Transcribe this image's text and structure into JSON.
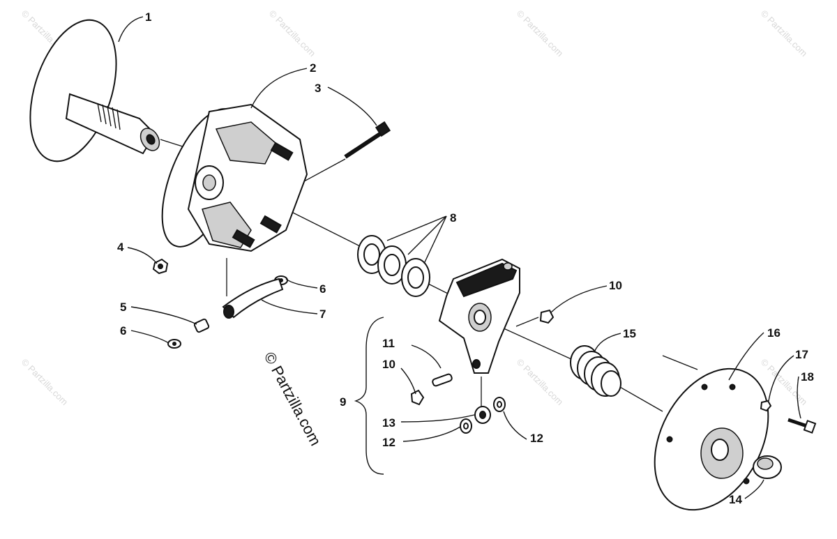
{
  "diagram": {
    "callouts": [
      "1",
      "2",
      "3",
      "4",
      "5",
      "6",
      "6",
      "7",
      "8",
      "9",
      "10",
      "10",
      "11",
      "12",
      "12",
      "13",
      "14",
      "15",
      "16",
      "17",
      "18"
    ],
    "watermark_text": "© Partzilla.com",
    "credit_text": "© Partzilla.com",
    "colors": {
      "ink": "#111111",
      "background": "#ffffff",
      "watermark": "#d8d8d8"
    }
  }
}
